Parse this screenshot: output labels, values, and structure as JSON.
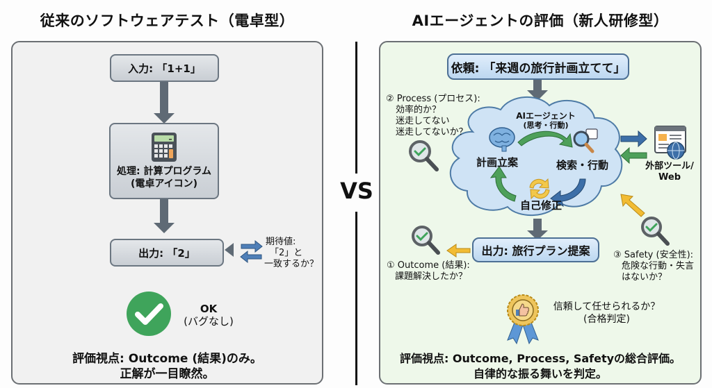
{
  "left": {
    "title": "従来のソフトウェアテスト（電卓型）",
    "input_box": "入力: 「1+1」",
    "process_box_line1": "処理: 計算プログラム",
    "process_box_line2": "(電卓アイコン)",
    "output_box": "出力: 「2」",
    "expected_line1": "期待値:",
    "expected_line2": "「2」と",
    "expected_line3": "一致するか？",
    "result_label": "OK",
    "result_sub": "(バグなし)",
    "summary_line1": "評価視点: Outcome (結果)のみ。",
    "summary_line2": "正解が一目瞭然。"
  },
  "vs_label": "VS",
  "right": {
    "title": "AIエージェントの評価（新人研修型）",
    "request_box": "依頼: 「来週の旅行計画立てて」",
    "agent_title": "AIエージェント",
    "agent_sub": "(思考・行動)",
    "cycle": [
      "計画立案",
      "検索・行動",
      "自己修正"
    ],
    "external_line1": "外部ツール/",
    "external_line2": "Web",
    "output_box": "出力: 旅行プラン提案",
    "process_title": "② Process (プロセス):",
    "process_q1": "効率的か？",
    "process_q2": "迷走してない",
    "process_q3": "迷走してないか？",
    "outcome_title": "① Outcome (結果):",
    "outcome_q": "課題解決したか？",
    "safety_title": "③ Safety (安全性):",
    "safety_q1": "危険な行動・失言",
    "safety_q2": "はないか？",
    "trust_line1": "信頼して任せられるか？",
    "trust_line2": "(合格判定)",
    "summary_line1": "評価視点: Outcome, Process, Safetyの総合評価。",
    "summary_line2": "自律的な振る舞いを判定。"
  },
  "colors": {
    "left_panel_bg": "#f1f1f1",
    "right_panel_bg": "#eef8ea",
    "arrow_grey": "#5f6a75",
    "check_green": "#3fa45b",
    "arrow_blue": "#3d6fa8",
    "arrow_green": "#4ea05a",
    "arrow_yellow": "#f2bc33",
    "cloud_fill": "#cfe3f5"
  }
}
